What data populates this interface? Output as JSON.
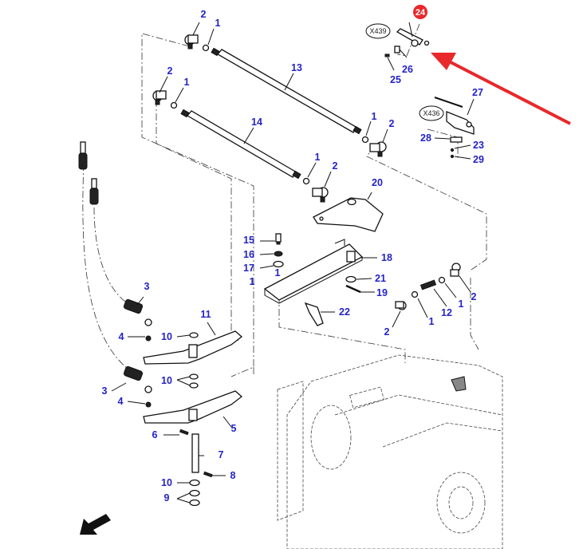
{
  "diagram": {
    "title": "Exploded parts diagram - linkage rods, levers and switches on transmission housing",
    "highlight_color": "#e8282b",
    "label_color": "#2323c8",
    "highlighted_part": "24",
    "connectors": {
      "x439": "X439",
      "x436": "X436"
    },
    "labels": {
      "p24": "24",
      "p26": "26",
      "p25": "25",
      "p27": "27",
      "p28": "28",
      "p23": "23",
      "p29": "29",
      "p2a": "2",
      "p1a": "1",
      "p13": "13",
      "p2b": "2",
      "p1b": "1",
      "p14": "14",
      "p1c": "1",
      "p2c": "2",
      "p1d": "1",
      "p2d": "2",
      "p20": "20",
      "p15": "15",
      "p16": "16",
      "p17": "17",
      "p1e": "1",
      "p1f": "1",
      "p18": "18",
      "p21": "21",
      "p19": "19",
      "p22": "22",
      "p2e": "2",
      "p1g": "1",
      "p12": "12",
      "p1h": "1",
      "p2f": "2",
      "p3a": "3",
      "p4a": "4",
      "p10a": "10",
      "p11": "11",
      "p10b": "10",
      "p3b": "3",
      "p4b": "4",
      "p5": "5",
      "p6": "6",
      "p7": "7",
      "p8": "8",
      "p10c": "10",
      "p9": "9"
    },
    "icons": {
      "pointer_arrow": "red-arrow-pointing-to-part-24",
      "direction_arrow": "black-arrow-forward-direction"
    }
  }
}
